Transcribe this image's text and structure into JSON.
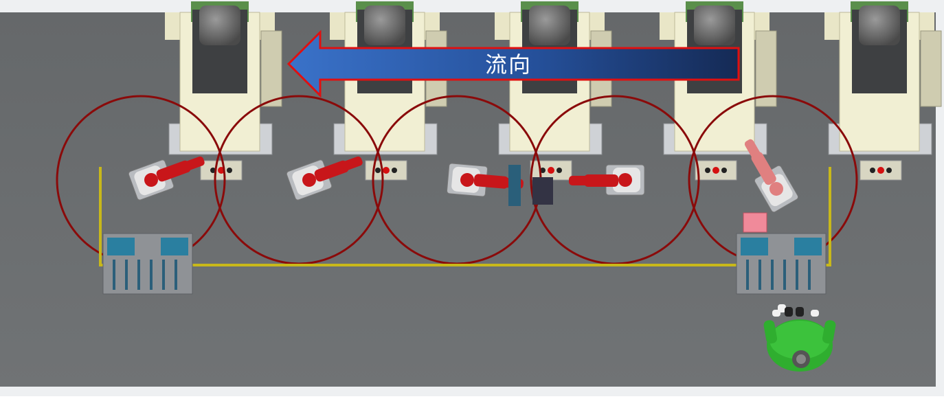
{
  "flow_arrow": {
    "label": "流向",
    "direction": "left",
    "fill_color": "#2f5fb0",
    "border_color": "#e01010"
  },
  "floor": {
    "color": "#6b6e70"
  },
  "stations": [
    {
      "id": "station-1",
      "robot": "welding-robot"
    },
    {
      "id": "station-2",
      "robot": "welding-robot"
    },
    {
      "id": "station-3",
      "robot": "welding-robot"
    },
    {
      "id": "station-4",
      "robot": "welding-robot"
    },
    {
      "id": "station-5",
      "robot": "handling-robot"
    }
  ],
  "machines_count": 5,
  "fixture_tables_count": 2,
  "colors": {
    "machine_body": "#f1efd3",
    "machine_top": "#5a8f4b",
    "robot_red": "#c8161a",
    "robot_white": "#e6e6e6",
    "safety_fence": "#c8b81a",
    "work_zone_circle": "#8a0a0a",
    "operator_green": "#2fae2f"
  },
  "icons": [
    "operator-icon",
    "flow-arrow-icon"
  ]
}
